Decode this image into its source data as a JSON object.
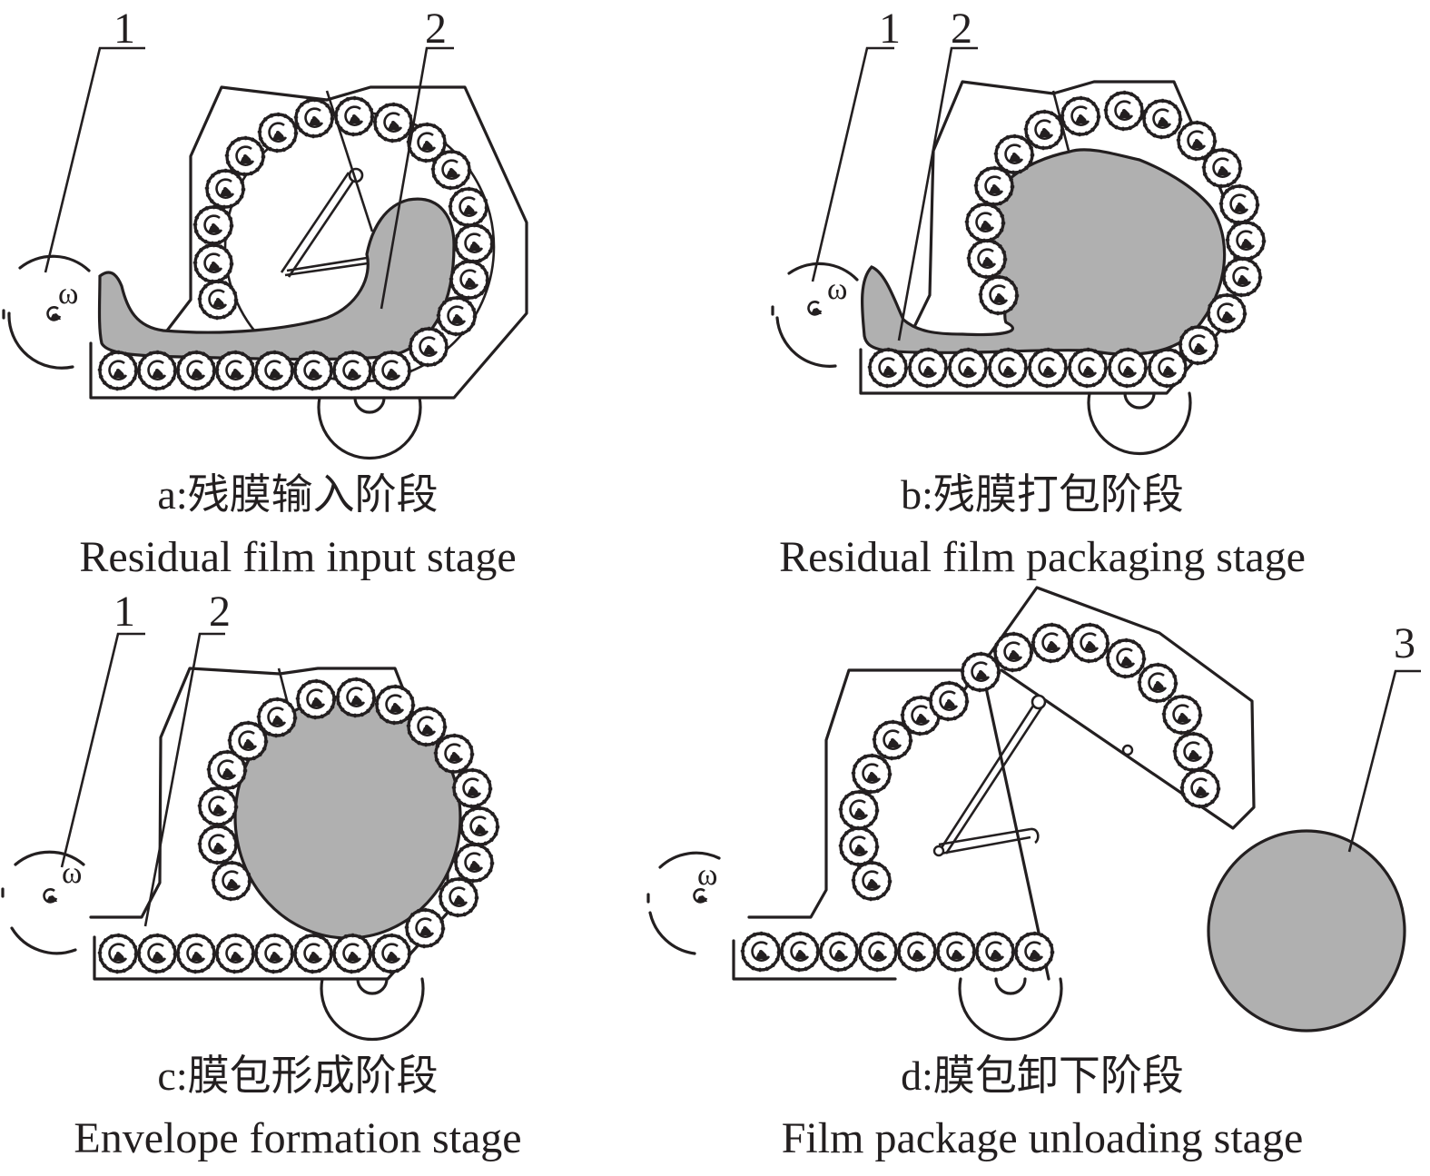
{
  "figure": {
    "title": "Working stages of the residual film baler",
    "colors": {
      "line": "#231f20",
      "film_fill": "#b0b0b0",
      "background": "#ffffff"
    },
    "symbols": {
      "rotation": "ω",
      "roller_icon": "roller-icon",
      "pickup_drum_icon": "pickup-drum-icon"
    },
    "panels": [
      {
        "id": "a",
        "caption_cn": "a:残膜输入阶段",
        "caption_en": "Residual film input stage",
        "callouts": [
          "1",
          "2"
        ],
        "state": "input",
        "rear_door": "closed",
        "film_shape": "tail-into-chamber"
      },
      {
        "id": "b",
        "caption_cn": "b:残膜打包阶段",
        "caption_en": "Residual film packaging stage",
        "callouts": [
          "1",
          "2"
        ],
        "state": "packaging",
        "rear_door": "closed",
        "film_shape": "rolling-bale-with-tail"
      },
      {
        "id": "c",
        "caption_cn": "c:膜包形成阶段",
        "caption_en": "Envelope formation stage",
        "callouts": [
          "1",
          "2"
        ],
        "state": "formed",
        "rear_door": "closed",
        "film_shape": "round-bale"
      },
      {
        "id": "d",
        "caption_cn": "d:膜包卸下阶段",
        "caption_en": "Film package unloading stage",
        "callouts": [
          "3"
        ],
        "state": "unloading",
        "rear_door": "open",
        "film_shape": "ejected-bale"
      }
    ]
  }
}
